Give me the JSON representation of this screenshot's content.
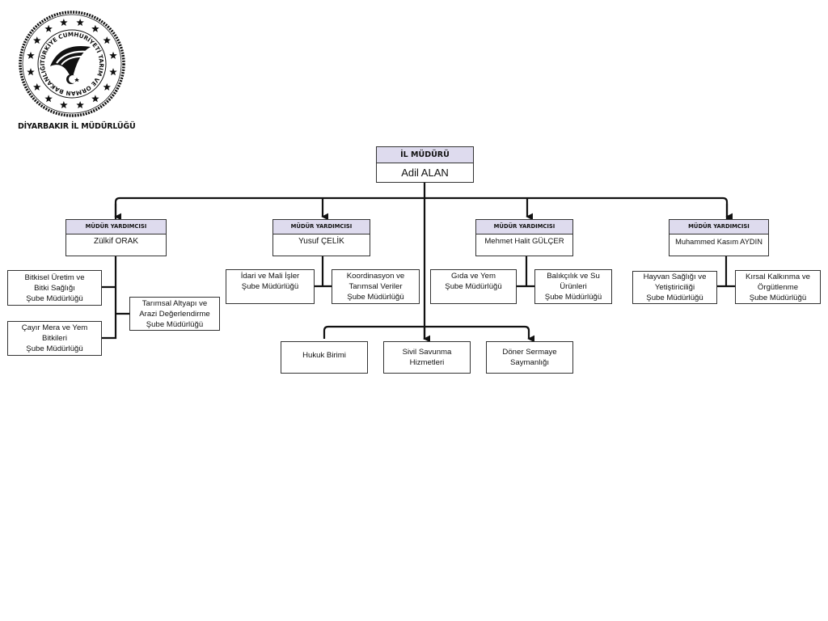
{
  "organization": {
    "name": "DİYARBAKIR İL MÜDÜRLÜĞÜ",
    "logo_text": "TÜRKİYE CUMHURİYETİ TARIM VE ORMAN BAKANLIĞI",
    "logo_icon": "ministry-seal-icon"
  },
  "director": {
    "title": "İL MÜDÜRÜ",
    "name": "Adil ALAN"
  },
  "deputies": [
    {
      "title": "MÜDÜR YARDIMCISI",
      "name": "Zülkif ORAK",
      "units": [
        {
          "lines": [
            "Bitkisel Üretim ve",
            "Bitki Sağlığı",
            "Şube Müdürlüğü"
          ]
        },
        {
          "lines": [
            "Tarımsal Altyapı ve",
            "Arazi Değerlendirme",
            "Şube Müdürlüğü"
          ]
        },
        {
          "lines": [
            "Çayır Mera ve Yem",
            "Bitkileri",
            "Şube Müdürlüğü"
          ]
        }
      ]
    },
    {
      "title": "MÜDÜR YARDIMCISI",
      "name": "Yusuf ÇELİK",
      "units": [
        {
          "lines": [
            "İdari ve Mali İşler",
            "Şube Müdürlüğü"
          ]
        },
        {
          "lines": [
            "Koordinasyon ve",
            "Tarımsal Veriler",
            "Şube Müdürlüğü"
          ]
        }
      ]
    },
    {
      "title": "MÜDÜR YARDIMCISI",
      "name": "Mehmet Halit GÜLÇER",
      "units": [
        {
          "lines": [
            "Gıda ve Yem",
            "Şube Müdürlüğü"
          ]
        },
        {
          "lines": [
            "Balıkçılık ve Su",
            "Ürünleri",
            "Şube Müdürlüğü"
          ]
        }
      ]
    },
    {
      "title": "MÜDÜR YARDIMCISI",
      "name": "Muhammed Kasım AYDIN",
      "units": [
        {
          "lines": [
            "Hayvan Sağlığı ve",
            "Yetiştiriciliği",
            "Şube Müdürlüğü"
          ]
        },
        {
          "lines": [
            "Kırsal Kalkınma ve",
            "Örgütlenme",
            "Şube Müdürlüğü"
          ]
        }
      ]
    }
  ],
  "direct_units": [
    {
      "lines": [
        "Hukuk Birimi"
      ]
    },
    {
      "lines": [
        "Sivil Savunma",
        "Hizmetleri"
      ]
    },
    {
      "lines": [
        "Döner Sermaye",
        "Saymanlığı"
      ]
    }
  ],
  "colors": {
    "header_fill": "#dedbee",
    "line": "#111111",
    "border": "#333333"
  }
}
